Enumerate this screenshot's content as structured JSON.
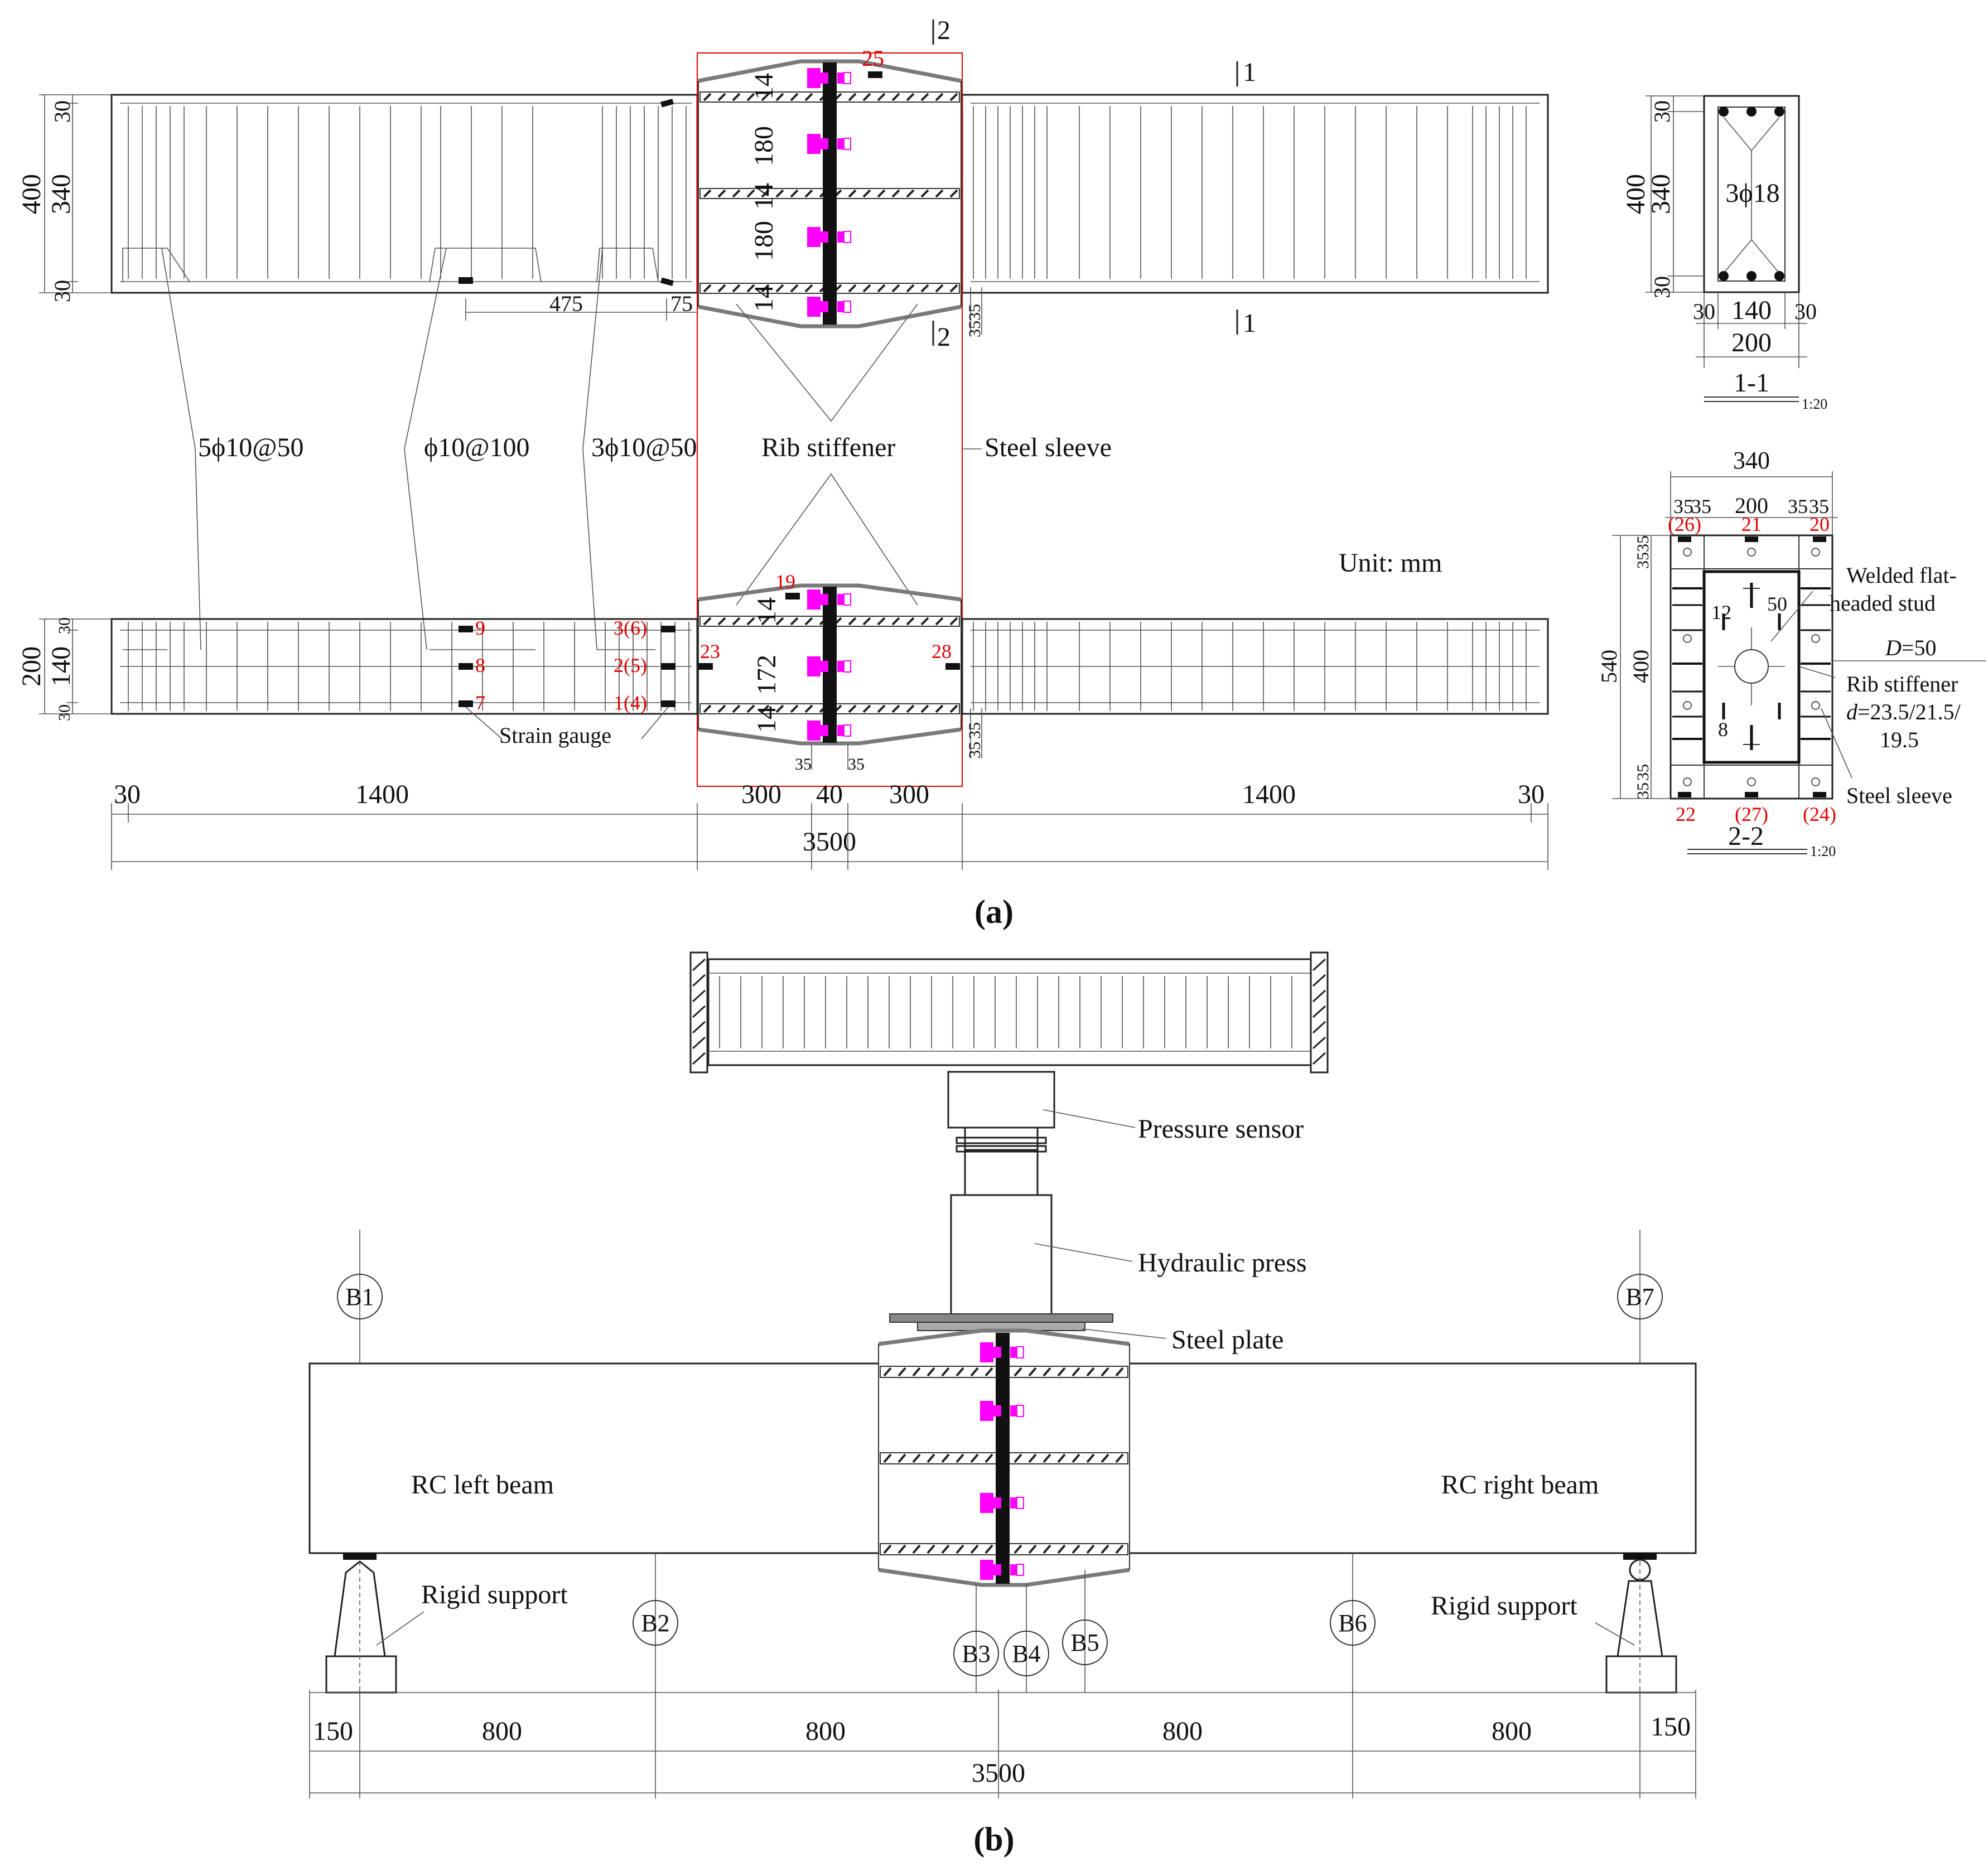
{
  "figure": {
    "unit": "Unit: mm",
    "caption_a": "(a)",
    "caption_b": "(b)"
  },
  "elevation_top": {
    "left_dims": [
      "400",
      "340",
      "30",
      "30"
    ],
    "stirrup_labels": [
      "5ϕ10@50",
      "ϕ10@100",
      "3ϕ10@50"
    ],
    "dim_475": "475",
    "dim_75": "75",
    "rib_stiffener": "Rib stiffener",
    "steel_sleeve": "Steel sleeve",
    "joint_dims": [
      "14",
      "180",
      "14",
      "180",
      "14"
    ],
    "side_dims": [
      "35",
      "35"
    ],
    "section_marks": [
      "2",
      "2",
      "1",
      "1"
    ],
    "gauge_25": "25"
  },
  "elevation_bottom": {
    "left_dims": [
      "200",
      "140",
      "30",
      "30"
    ],
    "gauges_left": [
      "9",
      "8",
      "7"
    ],
    "gauges_mid": [
      "3(6)",
      "2(5)",
      "1(4)"
    ],
    "gauge_19": "19",
    "gauge_23": "23",
    "gauge_28": "28",
    "strain_gauge": "Strain gauge",
    "joint_dims": [
      "14",
      "172",
      "14"
    ],
    "small_dims": [
      "35",
      "35",
      "35",
      "35"
    ],
    "bottom_dims": [
      "30",
      "1400",
      "300",
      "40",
      "300",
      "1400",
      "30"
    ],
    "total": "3500"
  },
  "section_1": {
    "dims_left": [
      "30",
      "400",
      "340",
      "30"
    ],
    "rebar": "3ϕ18",
    "dims_bottom": [
      "30",
      "140",
      "30"
    ],
    "width": "200",
    "title": "1-1",
    "scale": "1:20"
  },
  "section_2": {
    "top_width": "340",
    "top_dims": [
      "35",
      "35",
      "200",
      "35",
      "35"
    ],
    "top_gauges": [
      "(26)",
      "21",
      "20"
    ],
    "left_dims": [
      "35",
      "35",
      "540",
      "400",
      "35",
      "35"
    ],
    "inner_12": "12",
    "inner_50": "50",
    "inner_8": "8",
    "stud_label_1": "Welded flat-",
    "stud_label_2": "headed stud",
    "D": "D",
    "D_val": "=50",
    "rib_label": "Rib stiffener",
    "d": "d",
    "d_val": "=23.5/21.5/",
    "d_val2": "19.5",
    "sleeve_label": "Steel sleeve",
    "bottom_gauges": [
      "22",
      "(27)",
      "(24)"
    ],
    "title": "2-2",
    "scale": "1:20"
  },
  "test_setup": {
    "pressure_sensor": "Pressure sensor",
    "hydraulic_press": "Hydraulic press",
    "steel_plate": "Steel plate",
    "left_beam": "RC left beam",
    "right_beam": "RC right beam",
    "rigid_support": "Rigid support",
    "transducers": [
      "B1",
      "B2",
      "B3",
      "B4",
      "B5",
      "B6",
      "B7"
    ],
    "dims": [
      "150",
      "800",
      "800",
      "800",
      "800",
      "150"
    ],
    "total": "3500"
  },
  "colors": {
    "gauge_label": "#e00000",
    "stud_marker": "#ff00ff",
    "sleeve": "#7a7a7a",
    "frame": "#e00000"
  }
}
